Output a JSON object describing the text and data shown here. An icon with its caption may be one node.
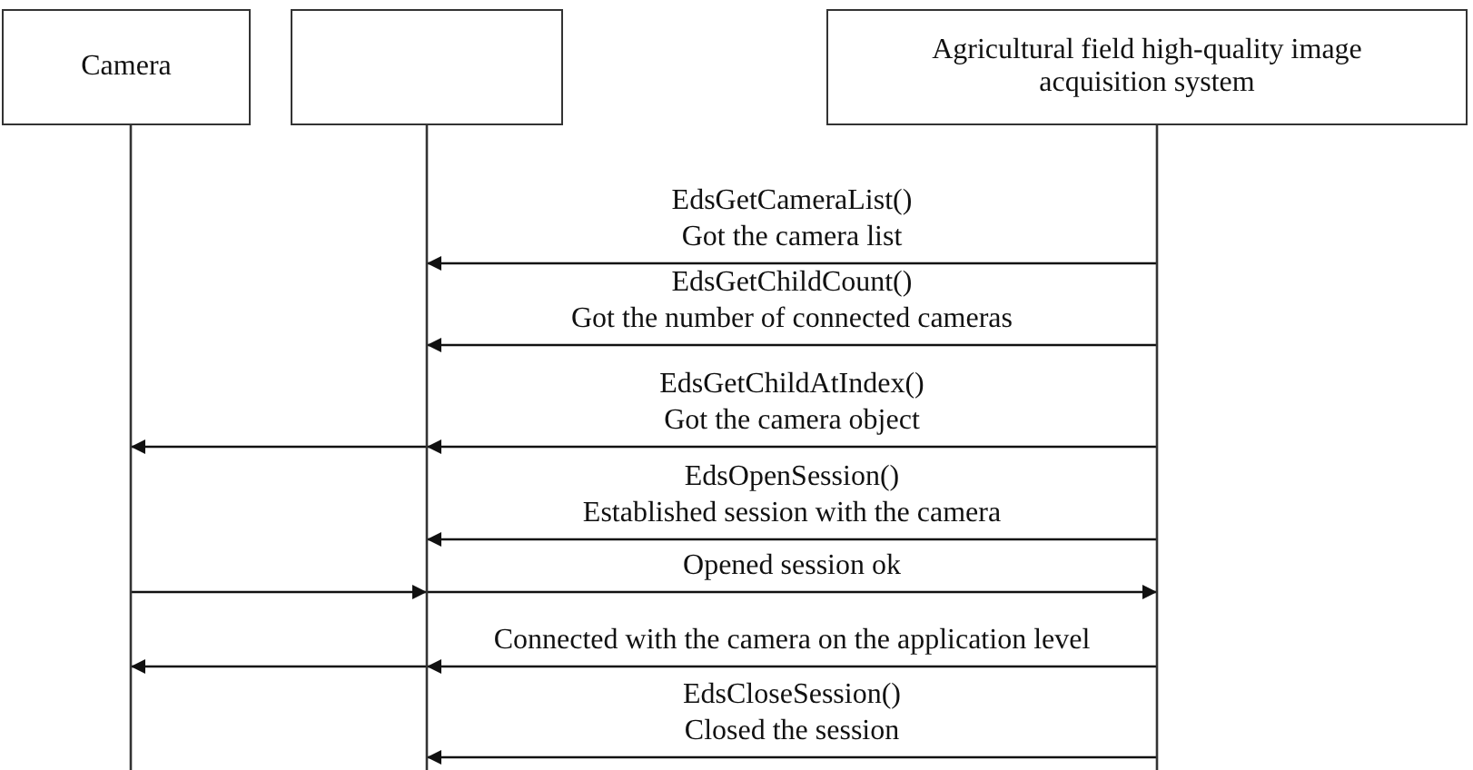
{
  "diagram": {
    "nodes": [
      {
        "text": [
          "Camera"
        ]
      },
      {
        "text": [],
        "shape": "box"
      },
      {
        "text": [
          "Agricultural field high-quality image acquisition system"
        ]
      }
    ],
    "edges": [
      {
        "from": 2,
        "to": 1,
        "arrow": "to",
        "label": "EdsGetCameraList() Got the camera list"
      },
      {
        "from": 2,
        "to": 1,
        "arrow": "to",
        "label": "EdsGetChildCount() Got the number of connected cameras"
      },
      {
        "from": 2,
        "to": 1,
        "arrow": "to",
        "label": "EdsGetChildAtIndex() Got the camera object"
      },
      {
        "from": 1,
        "to": 0,
        "arrow": "to"
      },
      {
        "from": 2,
        "to": 1,
        "arrow": "to",
        "label": "EdsOpenSession() Established session with the camera"
      },
      {
        "from": 0,
        "to": 1,
        "arrow": "to"
      },
      {
        "from": 1,
        "to": 2,
        "arrow": "to",
        "label": "Opened session ok"
      },
      {
        "from": 2,
        "to": 1,
        "arrow": "to",
        "label": "Connected with the camera on the application level"
      },
      {
        "from": 1,
        "to": 0,
        "arrow": "to"
      },
      {
        "from": 2,
        "to": 1,
        "arrow": "to",
        "label": "EdsCloseSession() Closed the session"
      }
    ]
  }
}
